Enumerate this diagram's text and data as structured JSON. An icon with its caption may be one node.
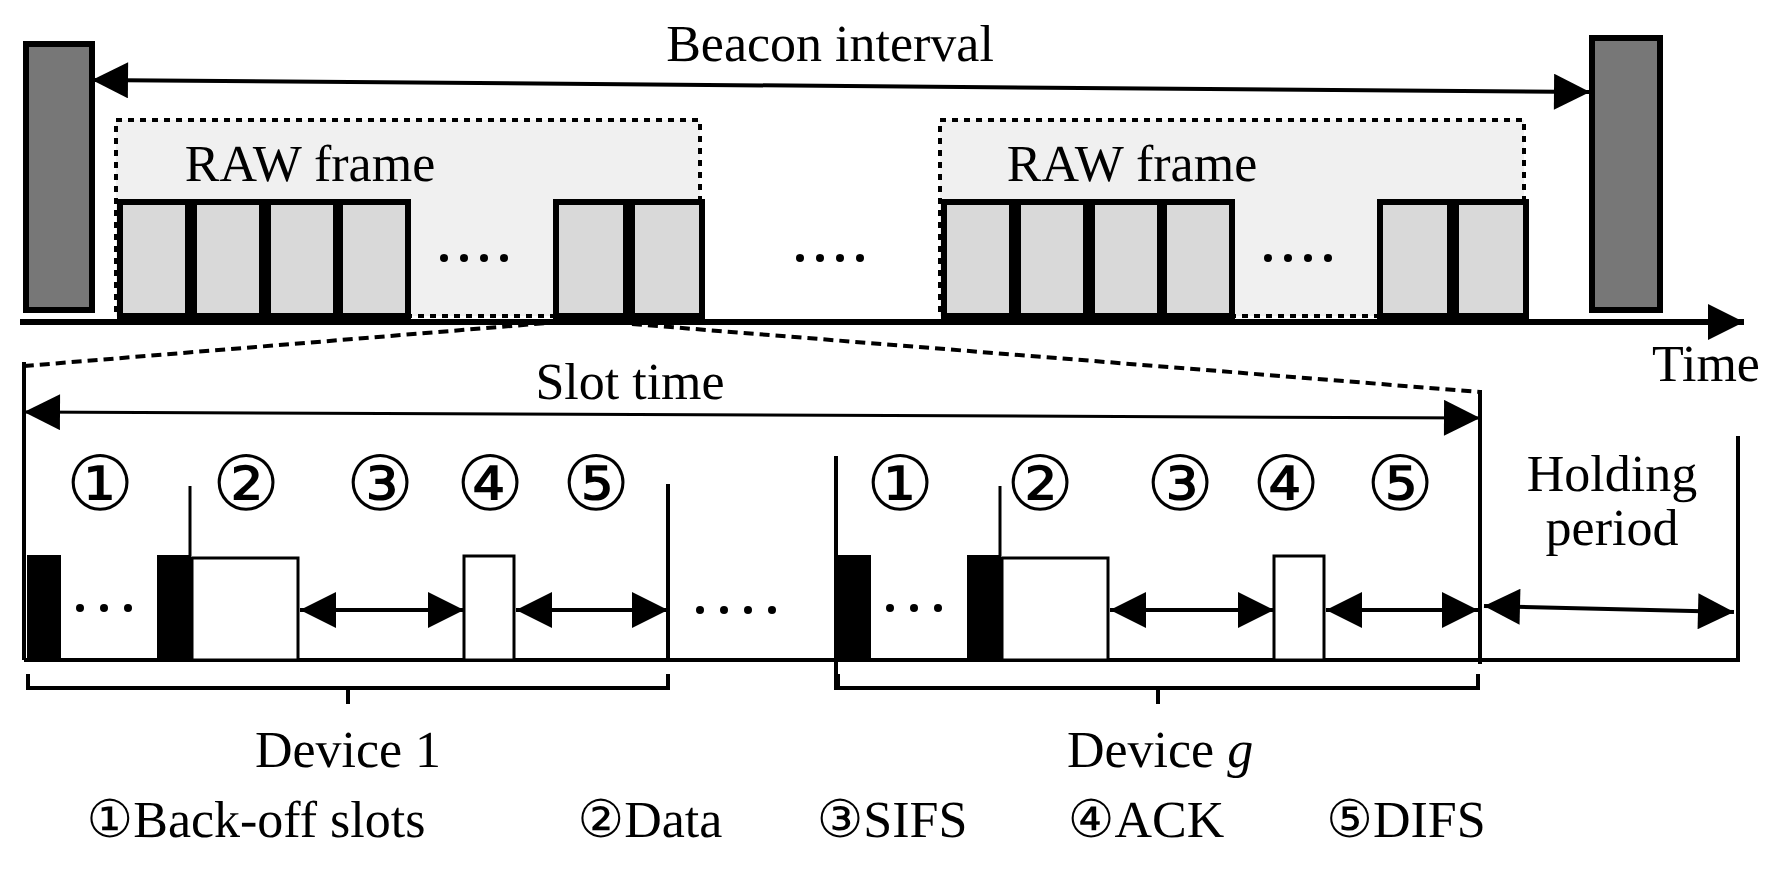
{
  "diagram": {
    "labels": [
      "Beacon interval",
      "RAW frame",
      "RAW frame",
      "Time",
      "Slot time",
      "①",
      "②",
      "③",
      "④",
      "⑤",
      "Holding period",
      "①",
      "②",
      "③",
      "④",
      "⑤",
      "Device 1",
      "Device *g*",
      "①Back-off slots",
      "②Data",
      "③SIFS",
      "④ACK",
      "⑤DIFS"
    ]
  }
}
